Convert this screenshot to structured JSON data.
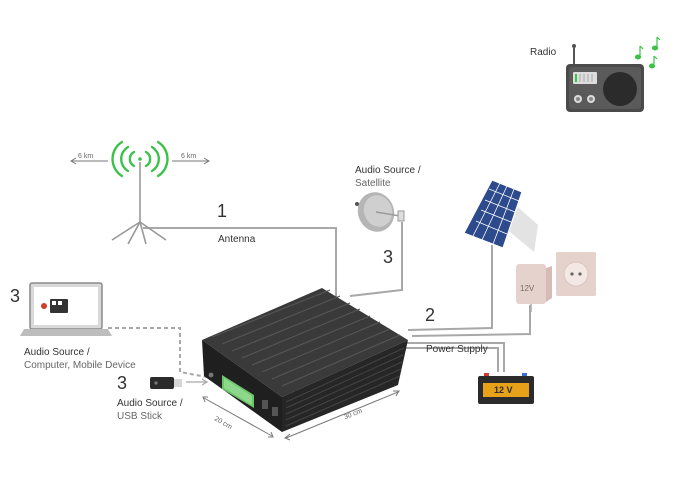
{
  "labels": {
    "radio": "Radio",
    "distance_left": "6 km",
    "distance_right": "6 km",
    "antenna_number": "1",
    "antenna": "Antenna",
    "satellite_title": "Audio Source /",
    "satellite_sub": "Satellite",
    "satellite_number": "3",
    "computer_number": "3",
    "computer_title": "Audio Source /",
    "computer_sub": "Computer, Mobile Device",
    "usb_number": "3",
    "usb_title": "Audio Source /",
    "usb_sub": "USB Stick",
    "power_number": "2",
    "power_supply": "Power Supply",
    "adapter_voltage": "12V",
    "battery_voltage": "12 V",
    "width_dim": "20 cm",
    "length_dim": "30 cm"
  },
  "colors": {
    "signal": "#3cc24a",
    "music_note": "#3cc24a",
    "device": "#2f2f2f",
    "cable": "#a8a8a8",
    "solar_panel": "#2c4a8c",
    "battery_label": "#e8a21a"
  },
  "icons": [
    "radio-icon",
    "antenna-tower-icon",
    "satellite-dish-icon",
    "laptop-icon",
    "usb-stick-icon",
    "solar-panel-icon",
    "power-adapter-icon",
    "wall-socket-icon",
    "battery-icon",
    "transmitter-box-icon"
  ]
}
